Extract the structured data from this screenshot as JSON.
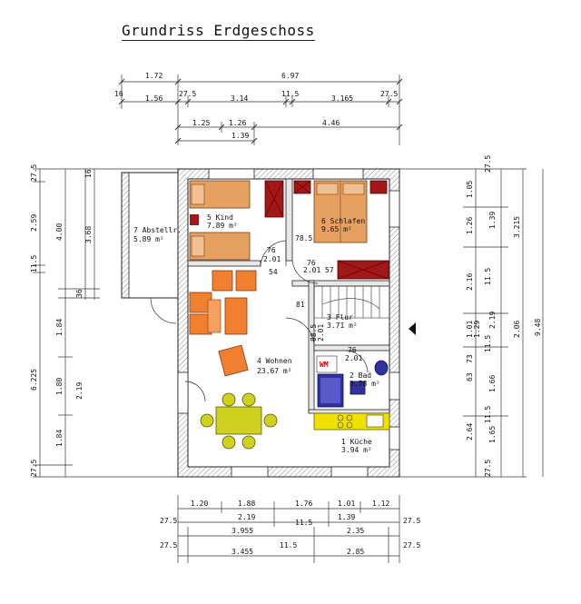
{
  "title": "Grundriss Erdgeschoss",
  "rooms": {
    "kueche": {
      "name": "1 Küche",
      "area": "3.94 m²"
    },
    "bad": {
      "name": "2 Bad",
      "area": "3.78 m²"
    },
    "flur": {
      "name": "3 Flur",
      "area": "3.71 m²"
    },
    "wohnen": {
      "name": "4 Wohnen",
      "area": "23.67 m²"
    },
    "kind": {
      "name": "5 Kind",
      "area": "7.89 m²"
    },
    "schlafen": {
      "name": "6 Schlafen",
      "area": "9.65 m²"
    },
    "abstell": {
      "name": "7 Abstellr.",
      "area": "5.89 m²"
    }
  },
  "wm_label": "WM",
  "colors": {
    "wall": "#e8e8e8",
    "bed": "#e6a060",
    "bed_pillow": "#f0c090",
    "wardrobe": "#a01818",
    "sofa": "#f08030",
    "dining": "#d0d020",
    "kitchen": "#f0e000",
    "bath": "#3030a0"
  },
  "dimensions": {
    "top": {
      "r1": [
        "1.72",
        "6.97"
      ],
      "r2": [
        "16",
        "1.56",
        "27.5",
        "3.14",
        "11.5",
        "3.165",
        "27.5"
      ],
      "r3": [
        "1.25",
        "1.26",
        "4.46"
      ],
      "r4": [
        "1.39"
      ]
    },
    "left": {
      "c1": [
        "27.5",
        "2.59",
        "11.5",
        "6.225",
        "27.5"
      ],
      "c2": [
        "4.00",
        "1.84",
        "1.80",
        "1.84"
      ],
      "c3": [
        "3.68",
        "2.19"
      ],
      "c4": [
        "16",
        "36"
      ]
    },
    "right": {
      "c1": [
        "1.05",
        "1.26",
        "2.16",
        "1.01",
        "1.29",
        "73",
        "63",
        "2.64"
      ],
      "c2": [
        "27.5",
        "1.39",
        "11.5",
        "2.19",
        "11.5",
        "1.66",
        "11.5",
        "1.65",
        "27.5"
      ],
      "c3": [
        "3.215",
        "2.06"
      ],
      "c4": [
        "9.48"
      ]
    },
    "bottom": {
      "r1": [
        "1.20",
        "1.88",
        "1.76",
        "1.01",
        "1.12"
      ],
      "r2": [
        "2.19",
        "1.39"
      ],
      "r3": [
        "27.5",
        "3.955",
        "11.5",
        "2.35",
        "27.5"
      ],
      "r4": [
        "27.5",
        "3.455",
        "11.5",
        "2.85",
        "27.5"
      ]
    },
    "interior": {
      "door_kind": [
        "76",
        "2.01"
      ],
      "door_schlafen": [
        "76",
        "2.01"
      ],
      "gap_785": "78.5",
      "gap_57": "57",
      "gap_54": "54",
      "gap_81": "81",
      "door_flur": [
        "88.5",
        "2.01"
      ],
      "door_bad": [
        "76",
        "2.01"
      ]
    }
  }
}
